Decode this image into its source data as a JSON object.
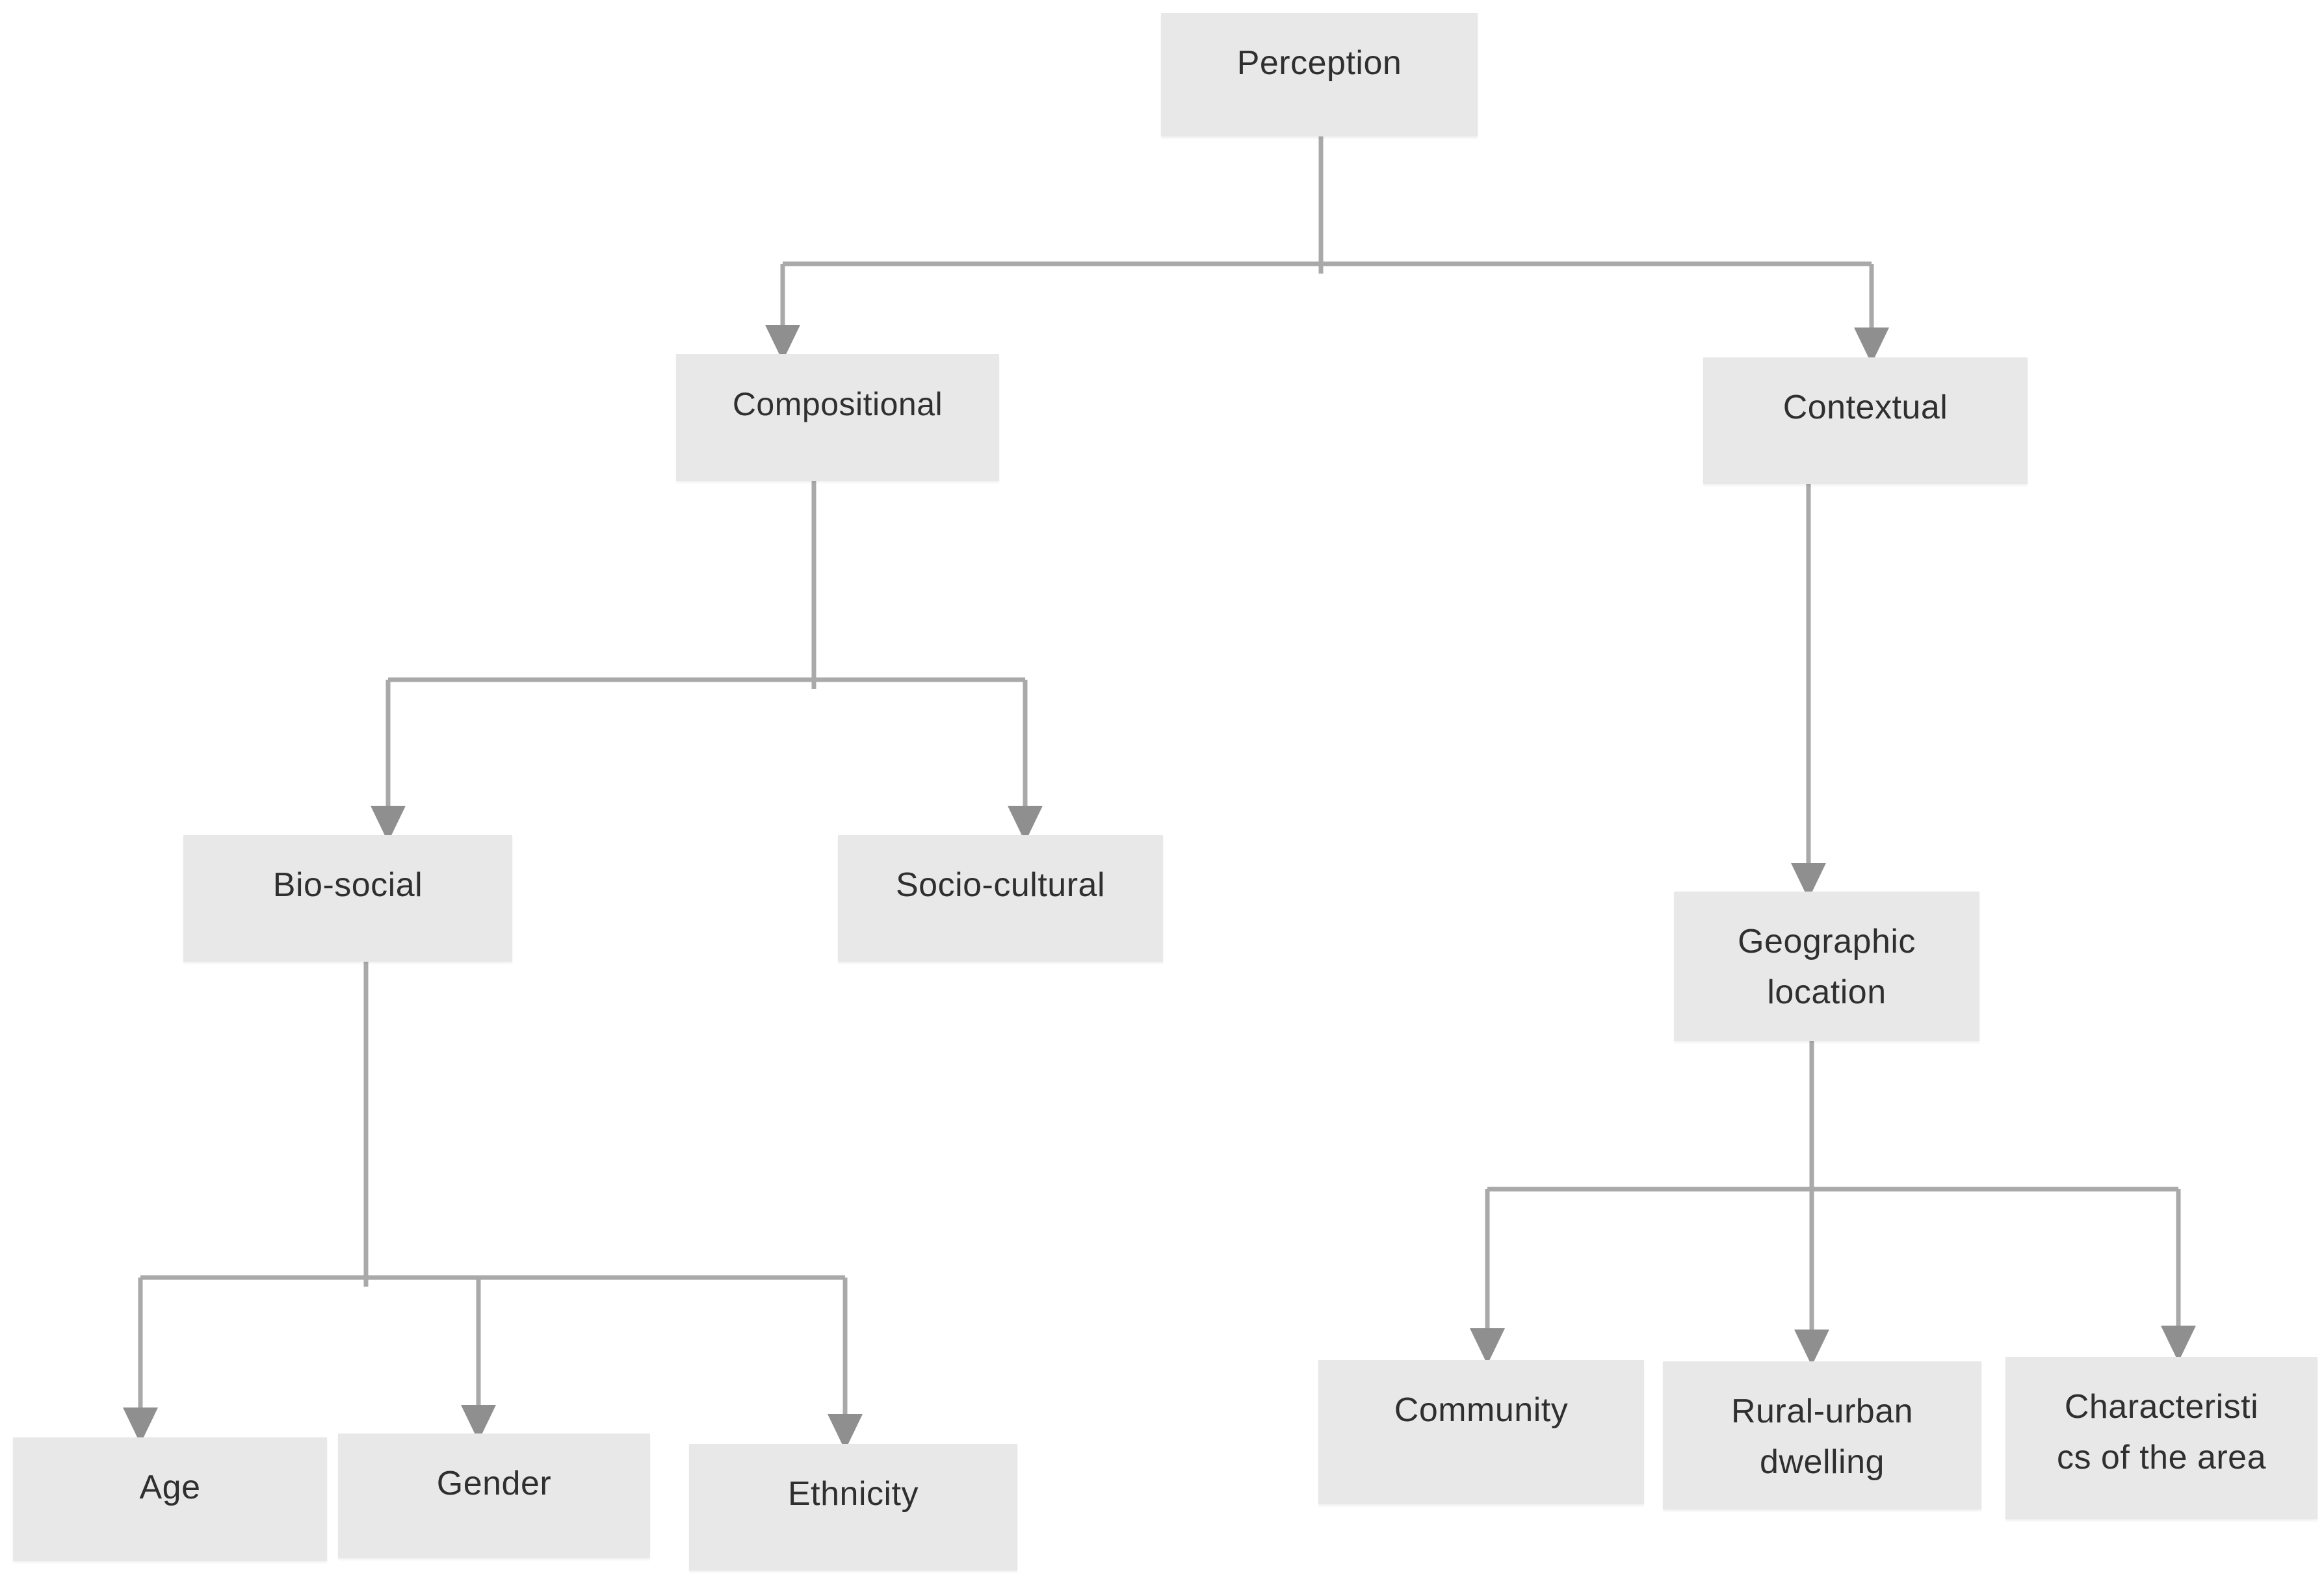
{
  "diagram": {
    "title": "Perception factors tree diagram",
    "type": "tree",
    "colors": {
      "background": "#ffffff",
      "box_fill": "#e8e8e8",
      "connector_line": "#a9a9a9",
      "arrowhead": "#8f8f8f",
      "text": "#2f2f2f"
    },
    "nodes": {
      "perception": {
        "label": "Perception",
        "level": 1
      },
      "compositional": {
        "label": "Compositional",
        "level": 2
      },
      "contextual": {
        "label": "Contextual",
        "level": 2
      },
      "bio_social": {
        "label": "Bio-social",
        "level": 3
      },
      "socio_cultural": {
        "label": "Socio-cultural",
        "level": 3
      },
      "geographic_location": {
        "label": "Geographic\nlocation",
        "level": 3
      },
      "age": {
        "label": "Age",
        "level": 4
      },
      "gender": {
        "label": "Gender",
        "level": 4
      },
      "ethnicity": {
        "label": "Ethnicity",
        "level": 4
      },
      "community": {
        "label": "Community",
        "level": 4
      },
      "rural_urban_dwelling": {
        "label": "Rural-urban\ndwelling",
        "level": 4
      },
      "characteristics_of_the_area": {
        "label": "Characteristi\ncs of the area",
        "level": 4
      }
    },
    "edges": [
      {
        "from": "Perception",
        "to": "Compositional"
      },
      {
        "from": "Perception",
        "to": "Contextual"
      },
      {
        "from": "Compositional",
        "to": "Bio-social"
      },
      {
        "from": "Compositional",
        "to": "Socio-cultural"
      },
      {
        "from": "Contextual",
        "to": "Geographic location"
      },
      {
        "from": "Bio-social",
        "to": "Age"
      },
      {
        "from": "Bio-social",
        "to": "Gender"
      },
      {
        "from": "Bio-social",
        "to": "Ethnicity"
      },
      {
        "from": "Geographic location",
        "to": "Community"
      },
      {
        "from": "Geographic location",
        "to": "Rural-urban dwelling"
      },
      {
        "from": "Geographic location",
        "to": "Characteristics of the area"
      }
    ]
  }
}
